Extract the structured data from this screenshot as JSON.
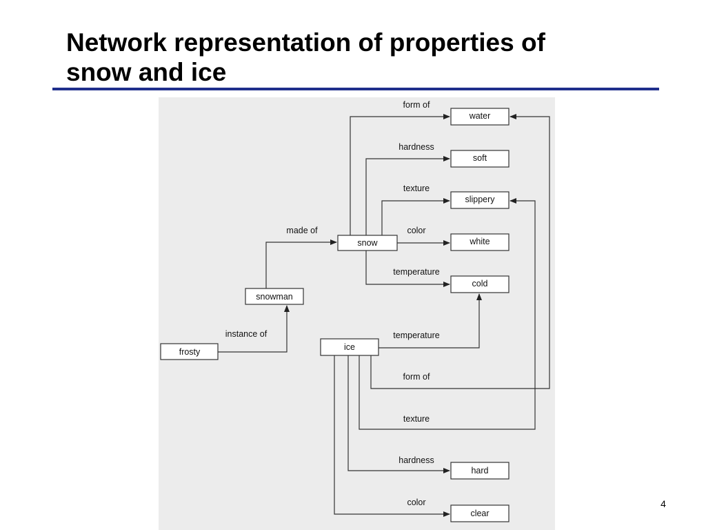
{
  "slide": {
    "title_line1": "Network representation of properties of",
    "title_line2": "snow and ice",
    "page_number": "4"
  },
  "diagram": {
    "nodes": {
      "water": "water",
      "soft": "soft",
      "slippery": "slippery",
      "white": "white",
      "cold": "cold",
      "snow": "snow",
      "snowman": "snowman",
      "frosty": "frosty",
      "ice": "ice",
      "hard": "hard",
      "clear": "clear"
    },
    "edges": {
      "snow_form_of": "form of",
      "snow_hardness": "hardness",
      "snow_texture": "texture",
      "snow_color": "color",
      "snow_temperature": "temperature",
      "snowman_made_of": "made of",
      "frosty_instance_of": "instance of",
      "ice_temperature": "temperature",
      "ice_form_of": "form of",
      "ice_texture": "texture",
      "ice_hardness": "hardness",
      "ice_color": "color"
    }
  }
}
